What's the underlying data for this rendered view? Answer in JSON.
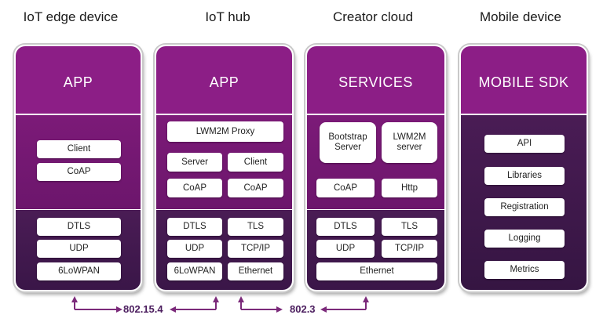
{
  "columns": [
    {
      "title": "IoT edge device",
      "header": "APP",
      "middle": [
        "Client",
        "CoAP"
      ],
      "bottom": [
        "DTLS",
        "UDP",
        "6LoWPAN"
      ]
    },
    {
      "title": "IoT hub",
      "header": "APP",
      "middle": {
        "proxy": "LWM2M Proxy",
        "server": "Server",
        "client": "Client",
        "coap_left": "CoAP",
        "coap_right": "CoAP"
      },
      "bottom": {
        "dtls": "DTLS",
        "tls": "TLS",
        "udp": "UDP",
        "tcpip": "TCP/IP",
        "lowpan": "6LoWPAN",
        "ethernet": "Ethernet"
      }
    },
    {
      "title": "Creator cloud",
      "header": "SERVICES",
      "middle": {
        "bootstrap": "Bootstrap Server",
        "lwm2m": "LWM2M server",
        "coap": "CoAP",
        "http": "Http"
      },
      "bottom": {
        "dtls": "DTLS",
        "tls": "TLS",
        "udp": "UDP",
        "tcpip": "TCP/IP",
        "ethernet": "Ethernet"
      }
    },
    {
      "title": "Mobile device",
      "header": "MOBILE SDK",
      "items": [
        "API",
        "Libraries",
        "Registration",
        "Logging",
        "Metrics"
      ]
    }
  ],
  "links": [
    {
      "label": "802.15.4"
    },
    {
      "label": "802.3"
    }
  ],
  "colors": {
    "header": "#8c1e86",
    "middle": "#701870",
    "bottom": "#3f1a4e",
    "arrow": "#7b2a7a"
  }
}
